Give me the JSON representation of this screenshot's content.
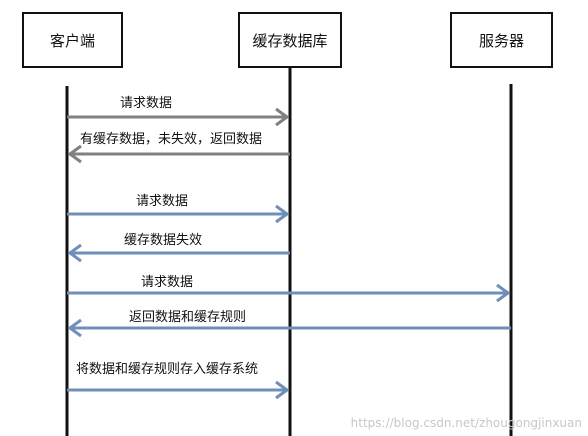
{
  "actors": {
    "client": "客户端",
    "cache": "缓存数据库",
    "server": "服务器"
  },
  "messages": [
    {
      "label": "请求数据",
      "from": "client",
      "to": "cache",
      "style": "gray"
    },
    {
      "label": "有缓存数据，未失效，返回数据",
      "from": "cache",
      "to": "client",
      "style": "gray"
    },
    {
      "label": "请求数据",
      "from": "client",
      "to": "cache",
      "style": "blue"
    },
    {
      "label": "缓存数据失效",
      "from": "cache",
      "to": "client",
      "style": "blue"
    },
    {
      "label": "请求数据",
      "from": "client",
      "to": "server",
      "style": "blue"
    },
    {
      "label": "返回数据和缓存规则",
      "from": "server",
      "to": "client",
      "style": "blue"
    },
    {
      "label": "将数据和缓存规则存入缓存系统",
      "from": "client",
      "to": "cache",
      "style": "blue"
    }
  ],
  "colors": {
    "gray": "#808080",
    "blue": "#6f8fba",
    "lifeline": "#111111"
  },
  "watermark": "https://blog.csdn.net/zhougongjinxuan"
}
